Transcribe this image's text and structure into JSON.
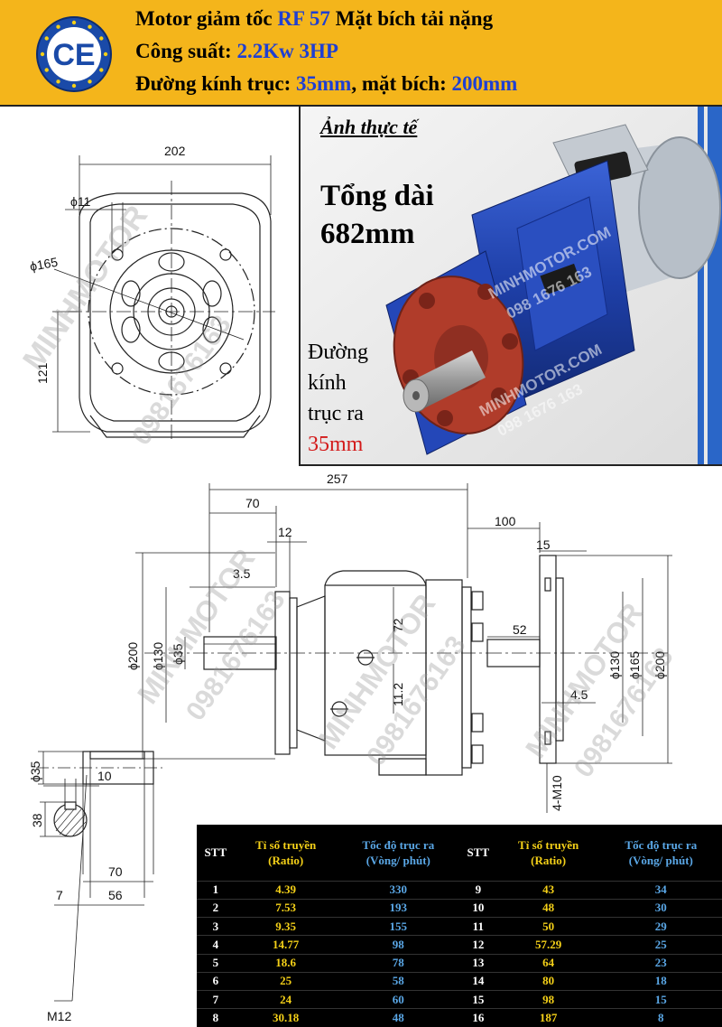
{
  "header": {
    "line1_prefix": "Motor giảm tốc ",
    "line1_model": "RF 57",
    "line1_suffix": " Mặt bích tải nặng",
    "line2_prefix": "Công suất: ",
    "line2_value": "2.2Kw 3HP",
    "line3_prefix": "Đường kính trục: ",
    "line3_shaft": "35mm",
    "line3_mid": ", mặt bích: ",
    "line3_flange": "200mm",
    "logo_text": "CE",
    "colors": {
      "background": "#f4b51b",
      "accent": "#1f3fd2",
      "logo_blue": "#1a4aa8"
    }
  },
  "photo": {
    "caption": "Ảnh thực tế",
    "total_length_label": "Tổng dài",
    "total_length_value": "682mm",
    "shaft_label_1": "Đường",
    "shaft_label_2": "kính",
    "shaft_label_3": "trục ra",
    "shaft_value": "35mm",
    "watermark_site": "MINHMOTOR.COM",
    "watermark_phone": "098 1676 163",
    "colors": {
      "motor_blue": "#1e3fa8",
      "flange_red": "#a83a2a",
      "shaft_value": "#d31a1a"
    }
  },
  "watermark": {
    "brand": "MINHMOTOR",
    "phone": "0981676163"
  },
  "front_view": {
    "dim_width": "202",
    "dim_hole": "ϕ11",
    "dim_pcd": "ϕ165",
    "dim_height": "121"
  },
  "side_view": {
    "dim_overall": "257",
    "dim_70": "70",
    "dim_12": "12",
    "dim_3_5": "3.5",
    "dim_phi200_left": "ϕ200",
    "dim_phi130_left": "ϕ130",
    "dim_phi35": "ϕ35",
    "dim_72": "72",
    "dim_11_2": "11.2",
    "dim_100": "100",
    "dim_15": "15",
    "dim_52": "52",
    "dim_4_5": "4.5",
    "dim_phi130_right": "ϕ130",
    "dim_phi165": "ϕ165",
    "dim_phi200_right": "ϕ200",
    "dim_bolts": "4-M10"
  },
  "key_section": {
    "dim_width": "10",
    "dim_height": "38"
  },
  "shaft_detail": {
    "dim_70": "70",
    "dim_7": "7",
    "dim_56": "56",
    "dim_phi35": "ϕ35",
    "dim_thread": "M12"
  },
  "table": {
    "headers": {
      "stt": "STT",
      "ratio_1": "Tỉ số truyền",
      "ratio_2": "(Ratio)",
      "speed_1": "Tốc độ trục ra",
      "speed_2": "(Vòng/ phút)"
    },
    "rows": [
      {
        "stt_a": "1",
        "ratio_a": "4.39",
        "speed_a": "330",
        "stt_b": "9",
        "ratio_b": "43",
        "speed_b": "34"
      },
      {
        "stt_a": "2",
        "ratio_a": "7.53",
        "speed_a": "193",
        "stt_b": "10",
        "ratio_b": "48",
        "speed_b": "30"
      },
      {
        "stt_a": "3",
        "ratio_a": "9.35",
        "speed_a": "155",
        "stt_b": "11",
        "ratio_b": "50",
        "speed_b": "29"
      },
      {
        "stt_a": "4",
        "ratio_a": "14.77",
        "speed_a": "98",
        "stt_b": "12",
        "ratio_b": "57.29",
        "speed_b": "25"
      },
      {
        "stt_a": "5",
        "ratio_a": "18.6",
        "speed_a": "78",
        "stt_b": "13",
        "ratio_b": "64",
        "speed_b": "23"
      },
      {
        "stt_a": "6",
        "ratio_a": "25",
        "speed_a": "58",
        "stt_b": "14",
        "ratio_b": "80",
        "speed_b": "18"
      },
      {
        "stt_a": "7",
        "ratio_a": "24",
        "speed_a": "60",
        "stt_b": "15",
        "ratio_b": "98",
        "speed_b": "15"
      },
      {
        "stt_a": "8",
        "ratio_a": "30.18",
        "speed_a": "48",
        "stt_b": "16",
        "ratio_b": "187",
        "speed_b": "8"
      }
    ],
    "colors": {
      "background": "#000000",
      "ratio": "#f4d018",
      "speed": "#5aa7e6",
      "stt": "#ffffff"
    }
  }
}
